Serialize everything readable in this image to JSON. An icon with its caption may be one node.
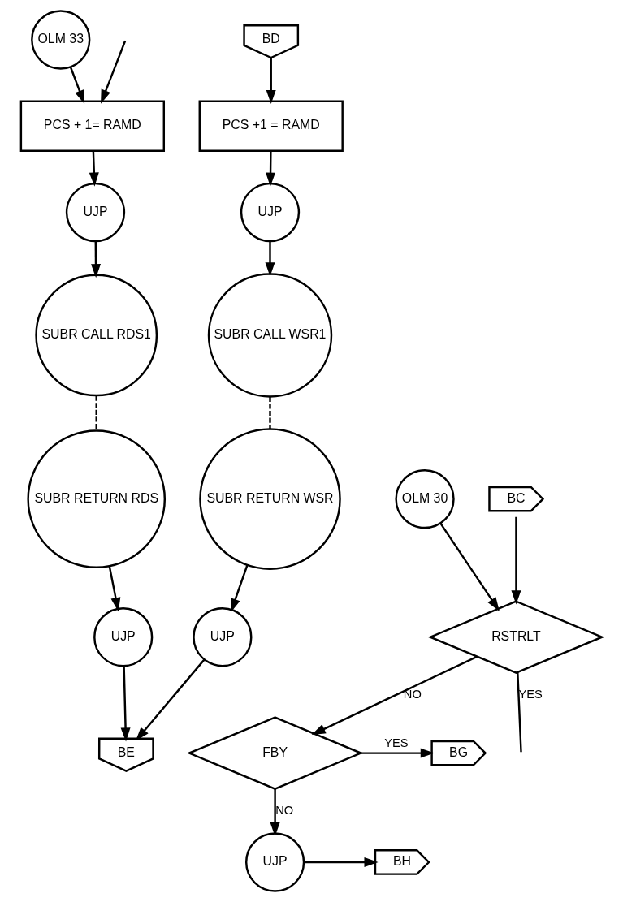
{
  "diagram": {
    "nodes": [
      {
        "text": [
          "OLM 33"
        ]
      },
      {
        "text": [
          "PCS + 1= RAMD"
        ]
      },
      {
        "text": [
          "UJP"
        ]
      },
      {
        "text": [
          "SUBR CALL RDS1"
        ]
      },
      {
        "text": [
          "SUBR RETURN RDS"
        ]
      },
      {
        "text": [
          "UJP"
        ]
      },
      {
        "text": [
          "BD"
        ]
      },
      {
        "text": [
          "PCS +1 = RAMD"
        ]
      },
      {
        "text": [
          "UJP"
        ]
      },
      {
        "text": [
          "SUBR CALL WSR1"
        ]
      },
      {
        "text": [
          "SUBR RETURN WSR"
        ]
      },
      {
        "text": [
          "UJP"
        ]
      },
      {
        "text": [
          "BE"
        ]
      },
      {
        "text": [
          "OLM 30"
        ]
      },
      {
        "text": [
          "BC"
        ]
      },
      {
        "text": [
          "RSTRLT"
        ]
      },
      {
        "text": [
          "FBY"
        ]
      },
      {
        "text": [
          "BG"
        ]
      },
      {
        "text": [
          "UJP"
        ]
      },
      {
        "text": [
          "BH"
        ]
      }
    ],
    "edges": [
      {
        "from": 0,
        "to": 1,
        "arrow": "to"
      },
      {
        "from": null,
        "to": 1,
        "arrow": "to"
      },
      {
        "from": 1,
        "to": 2,
        "arrow": "to"
      },
      {
        "from": 2,
        "to": 3,
        "arrow": "to"
      },
      {
        "from": 3,
        "to": 4,
        "arrow": "none",
        "style": "dashed"
      },
      {
        "from": 4,
        "to": 5,
        "arrow": "to"
      },
      {
        "from": 5,
        "to": 12,
        "arrow": "to"
      },
      {
        "from": 6,
        "to": 7,
        "arrow": "to"
      },
      {
        "from": 7,
        "to": 8,
        "arrow": "to"
      },
      {
        "from": 8,
        "to": 9,
        "arrow": "to"
      },
      {
        "from": 9,
        "to": 10,
        "arrow": "none",
        "style": "dashed"
      },
      {
        "from": 10,
        "to": 11,
        "arrow": "to"
      },
      {
        "from": 11,
        "to": 12,
        "arrow": "to"
      },
      {
        "from": 13,
        "to": 15,
        "arrow": "to"
      },
      {
        "from": 14,
        "to": 15,
        "arrow": "to"
      },
      {
        "from": 15,
        "to": null,
        "label": "YES",
        "arrow": "none"
      },
      {
        "from": 15,
        "to": 16,
        "label": "NO",
        "arrow": "to"
      },
      {
        "from": 16,
        "to": 17,
        "label": "YES",
        "arrow": "to"
      },
      {
        "from": 16,
        "to": 18,
        "label": "NO",
        "arrow": "to"
      },
      {
        "from": 18,
        "to": 19,
        "arrow": "to"
      }
    ]
  }
}
